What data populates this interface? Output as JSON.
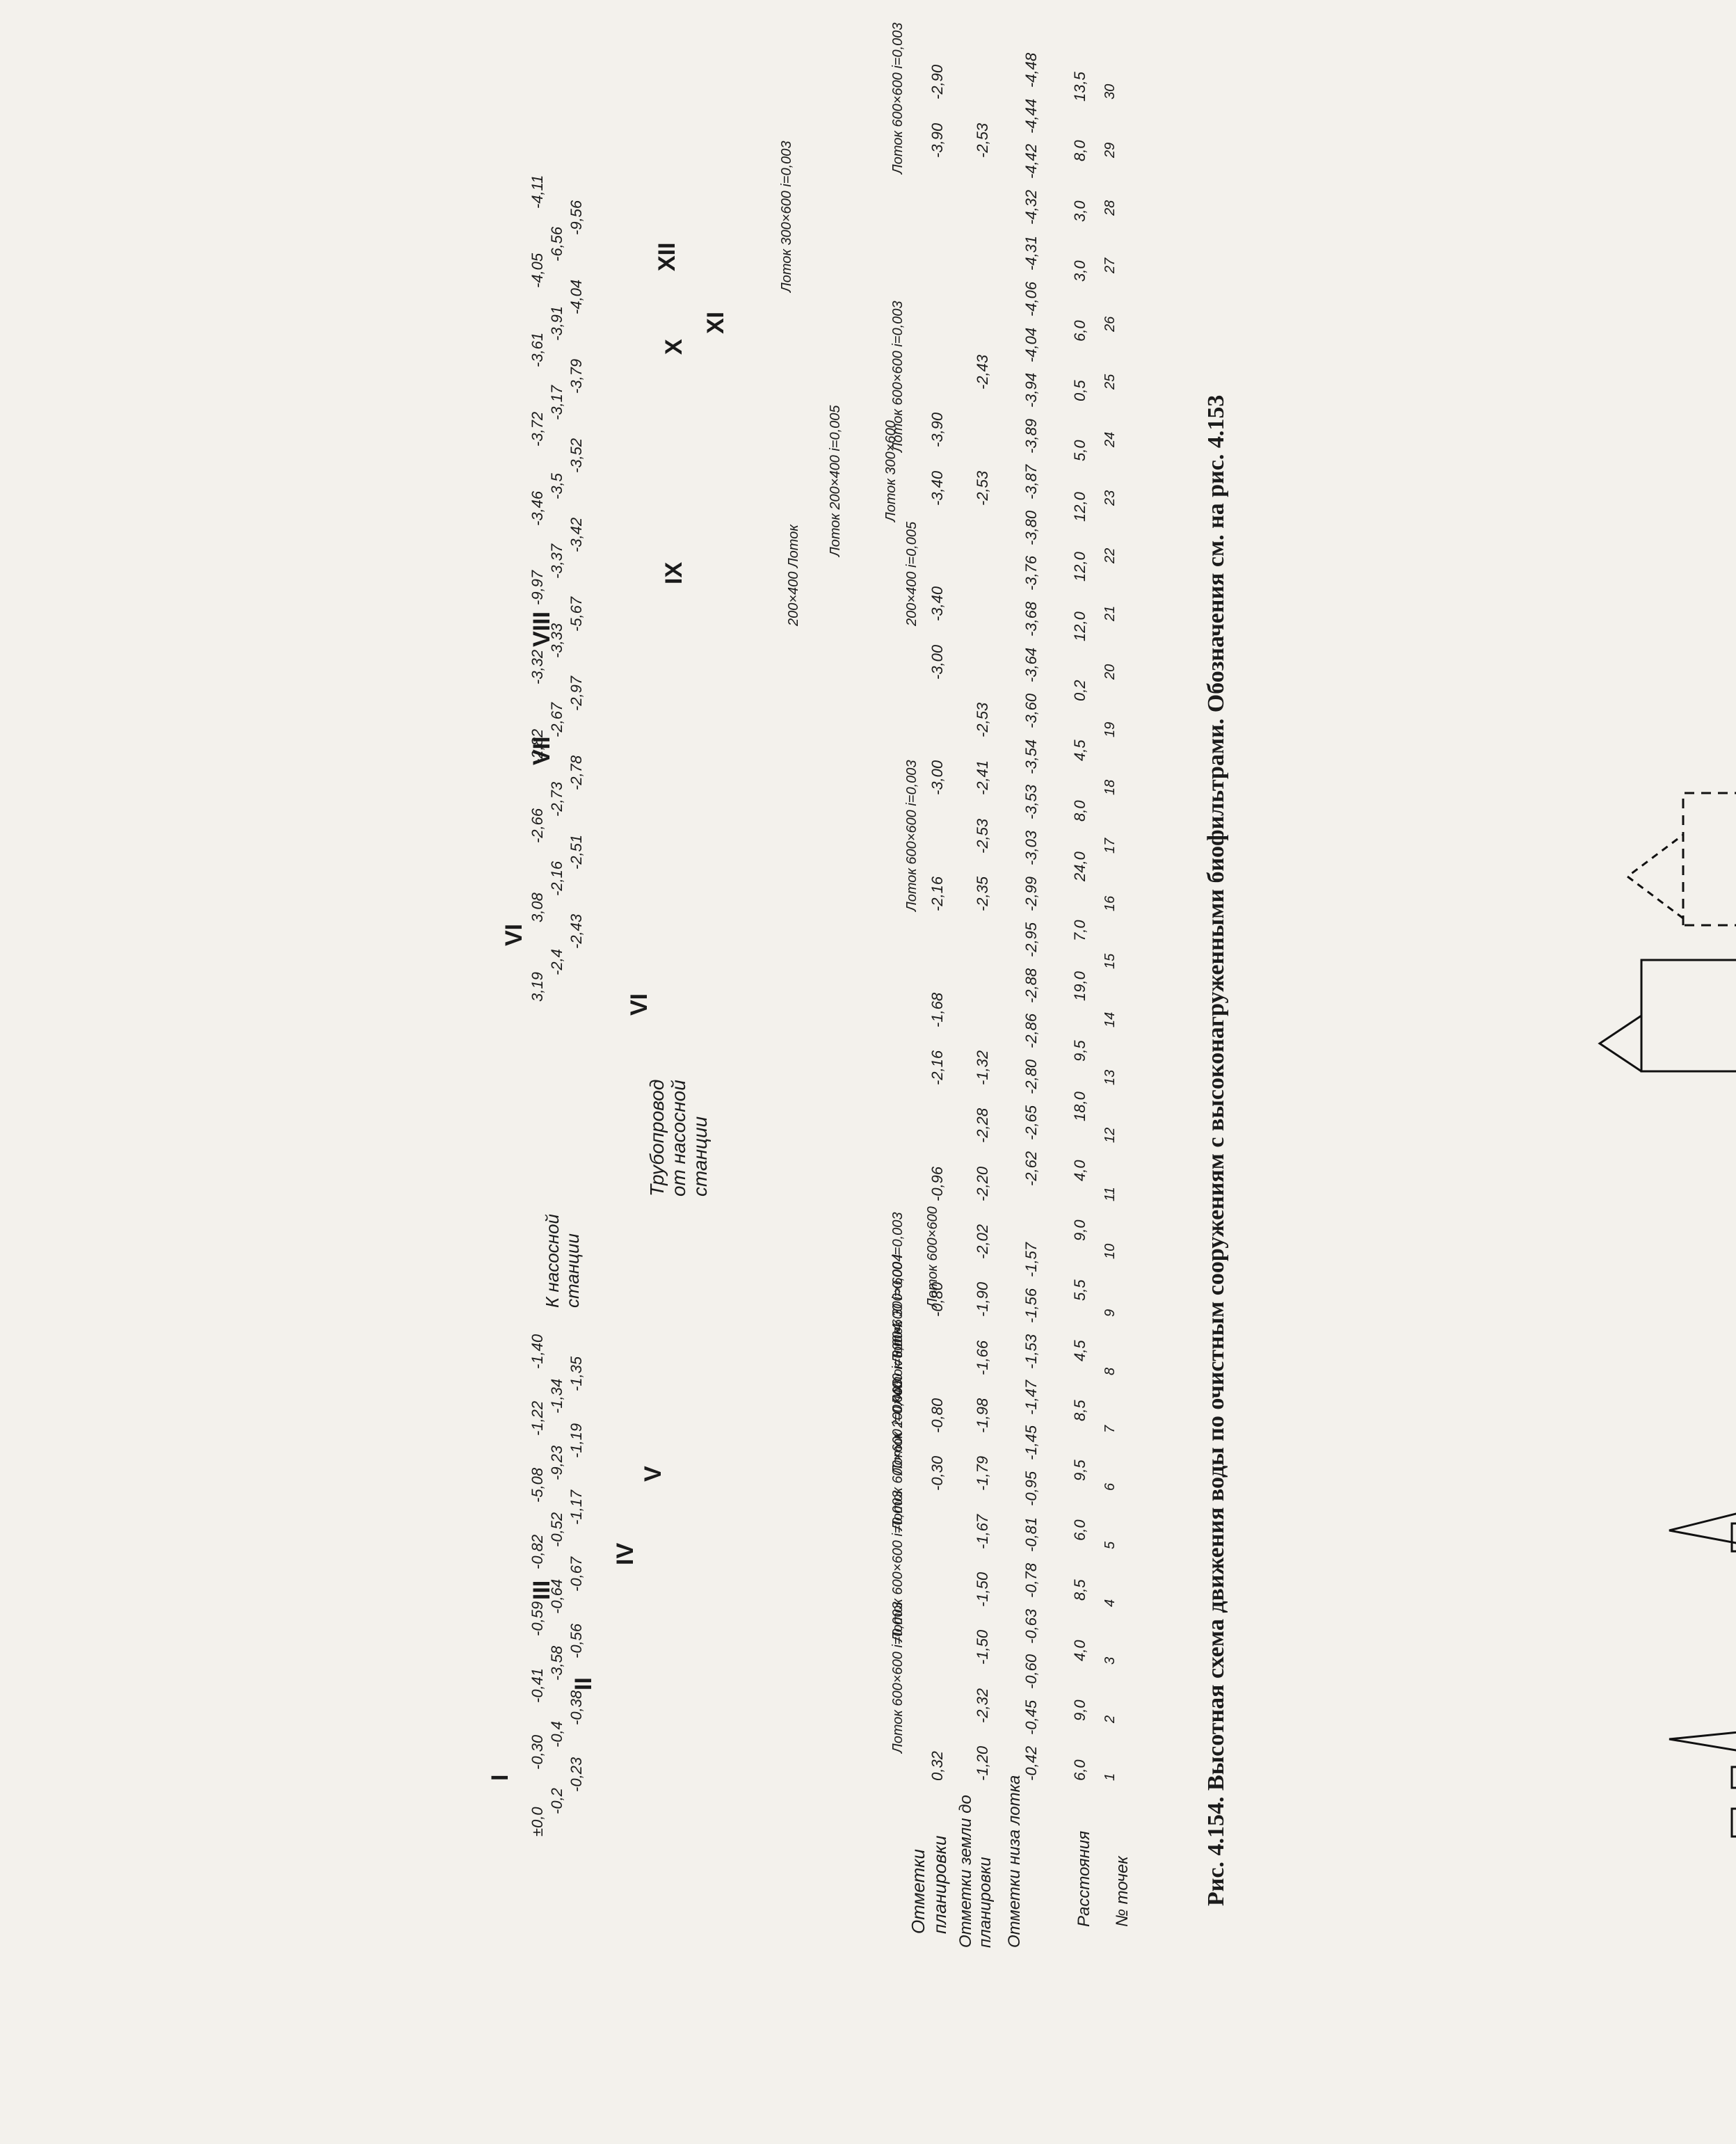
{
  "caption": "Рис. 4.154. Высотная схема движения воды по очистным сооружениям с высоконагруженными биофильтрами. Обозначения см. на рис. 4.153",
  "row_headers": {
    "planning": "Отметки планировки",
    "ground": "Отметки земли до планировки",
    "tray_bottom": "Отметки низа лотка",
    "distance": "Расстояния",
    "point_no": "№ точек"
  },
  "annotations": {
    "to_pump": "К насосной станции",
    "pipeline": "Трубопровод от насосной станции"
  },
  "structure_labels": [
    "I",
    "II",
    "III",
    "IV",
    "V",
    "VI",
    "VI",
    "VII",
    "VIII",
    "IX",
    "X",
    "XI",
    "XII"
  ],
  "channel_labels": [
    "Лоток 600×600 i=0,003",
    "Лоток 600×600 i=0,003",
    "Лоток 600×600 i=0,003",
    "Лоток 200×400 i=0,004",
    "Лоток 300×600 i=0,004",
    "Лоток 300×600 i=0,003",
    "Лоток 600×600",
    "Лоток 600×600 i=0,003",
    "200×400 Лоток",
    "200×400 i=0,005",
    "Лоток 200×400 i=0,005",
    "Лоток 300×600",
    "Лоток 600×600 i=0,003",
    "Лоток 300×600 i=0,003",
    "Лоток 600×600 i=0,003"
  ],
  "water_levels_left": [
    "±0,0",
    "-0,2",
    "-0,23",
    "-0,30",
    "-0,4",
    "-0,38",
    "-0,41",
    "-3,58",
    "-0,56",
    "-0,59",
    "-0,64",
    "-0,67",
    "-0,82",
    "-0,52",
    "-1,17",
    "-5,08",
    "-9,23",
    "-1,19",
    "-1,22",
    "-1,34",
    "-1,35",
    "-1,40"
  ],
  "water_levels_right": [
    "3,19",
    "-2,4",
    "-2,43",
    "3,08",
    "-2,16",
    "-2,51",
    "-2,66",
    "-2,73",
    "-2,78",
    "-2,82",
    "-2,67",
    "-2,97",
    "-3,32",
    "-3,33",
    "-5,67",
    "-9,97",
    "-3,37",
    "-3,42",
    "-3,46",
    "-3,5",
    "-3,52",
    "-3,72",
    "-3,17",
    "-3,79",
    "-3,61",
    "-3,91",
    "-4,04",
    "-4,05",
    "-6,56",
    "-9,56",
    "-4,11"
  ],
  "table": {
    "planning": [
      "0,32",
      "",
      "",
      "",
      "",
      "-0,30",
      "-0,80",
      "",
      "-0,80",
      "",
      "-0,96",
      "",
      "-2,16",
      "-1,68",
      "",
      "-2,16",
      "",
      "-3,00",
      "",
      "-3,00",
      "-3,40",
      "",
      "-3,40",
      "-3,90",
      "",
      "",
      "",
      "",
      "-3,90",
      "-2,90"
    ],
    "ground": [
      "-1,20",
      "-2,32",
      "-1,50",
      "-1,50",
      "-1,67",
      "-1,79",
      "-1,98",
      "-1,66",
      "-1,90",
      "-2,02",
      "-2,20",
      "-2,28",
      "-1,32",
      "",
      "",
      "-2,35",
      "-2,53",
      "-2,41",
      "-2,53",
      "",
      "",
      "",
      "-2,53",
      "",
      "-2,43",
      "",
      "",
      "",
      "-2,53",
      ""
    ],
    "tray_bottom": [
      "-0,42",
      "-0,45",
      "-0,60",
      "-0,63",
      "-0,78",
      "-0,81",
      "-0,95",
      "-1,45",
      "-1,47",
      "-1,53",
      "-1,56",
      "-1,57",
      "",
      "-2,62",
      "-2,65",
      "-2,80",
      "-2,86",
      "-2,88",
      "-2,95",
      "-2,99",
      "-3,03",
      "-3,53",
      "-3,54",
      "-3,60",
      "-3,64",
      "-3,68",
      "-3,76",
      "-3,80",
      "-3,87",
      "-3,89",
      "-3,94",
      "-4,04",
      "-4,06",
      "-4,31",
      "-4,32",
      "-4,42",
      "-4,44",
      "-4,48"
    ],
    "distance": [
      "6,0",
      "9,0",
      "4,0",
      "8,5",
      "6,0",
      "9,5",
      "8,5",
      "4,5",
      "5,5",
      "9,0",
      "4,0",
      "18,0",
      "9,5",
      "19,0",
      "7,0",
      "24,0",
      "8,0",
      "4,5",
      "0,2",
      "12,0",
      "12,0",
      "12,0",
      "5,0",
      "0,5",
      "6,0",
      "3,0",
      "3,0",
      "8,0",
      "13,5"
    ],
    "points": [
      "1",
      "2",
      "3",
      "4",
      "5",
      "6",
      "7",
      "8",
      "9",
      "10",
      "11",
      "12",
      "13",
      "14",
      "15",
      "16",
      "17",
      "18",
      "19",
      "20",
      "21",
      "22",
      "23",
      "24",
      "25",
      "26",
      "27",
      "28",
      "29",
      "30"
    ]
  }
}
